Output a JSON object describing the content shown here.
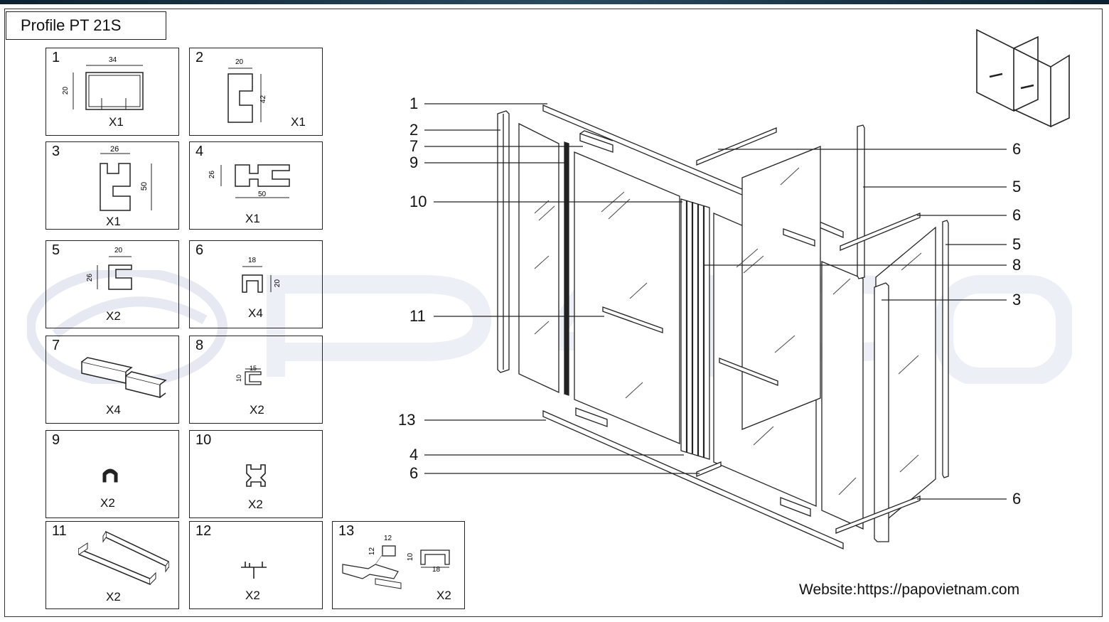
{
  "title": "Profile PT 21S",
  "website": "Website:https://papovietnam.com",
  "parts": [
    {
      "num": "1",
      "qty": "X1",
      "dims": [
        "34",
        "20"
      ]
    },
    {
      "num": "2",
      "qty": "X1",
      "dims": [
        "20",
        "42"
      ]
    },
    {
      "num": "3",
      "qty": "X1",
      "dims": [
        "26",
        "50"
      ]
    },
    {
      "num": "4",
      "qty": "X1",
      "dims": [
        "26",
        "50"
      ]
    },
    {
      "num": "5",
      "qty": "X2",
      "dims": [
        "20",
        "26"
      ]
    },
    {
      "num": "6",
      "qty": "X4",
      "dims": [
        "18",
        "20"
      ]
    },
    {
      "num": "7",
      "qty": "X4",
      "dims": []
    },
    {
      "num": "8",
      "qty": "X2",
      "dims": [
        "15",
        "10"
      ]
    },
    {
      "num": "9",
      "qty": "X2",
      "dims": []
    },
    {
      "num": "10",
      "qty": "X2",
      "dims": []
    },
    {
      "num": "11",
      "qty": "X2",
      "dims": []
    },
    {
      "num": "12",
      "qty": "X2",
      "dims": []
    },
    {
      "num": "13",
      "qty": "X2",
      "dims": [
        "12",
        "12",
        "10",
        "18"
      ]
    }
  ],
  "callouts_left": [
    "1",
    "2",
    "7",
    "9",
    "10",
    "11",
    "13",
    "4",
    "6"
  ],
  "callouts_right": [
    "6",
    "5",
    "6",
    "5",
    "8",
    "3",
    "6"
  ],
  "colors": {
    "line": "#222222",
    "watermark": "#e8ebf3",
    "topbar": "#1b3446"
  }
}
